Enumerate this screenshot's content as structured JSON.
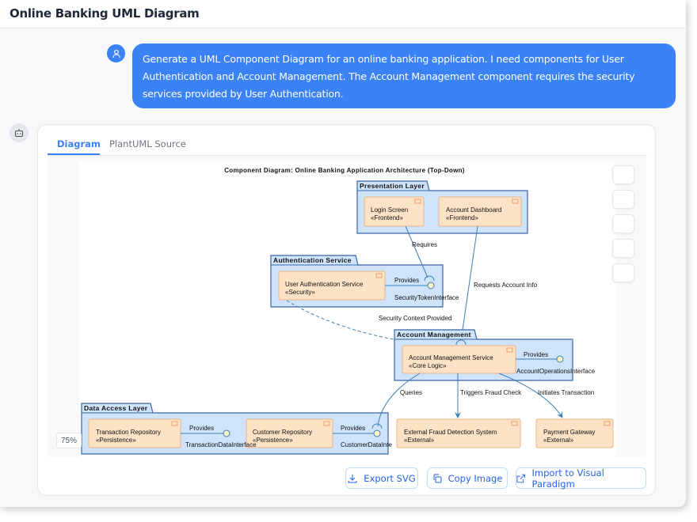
{
  "header": {
    "title": "Online Banking UML Diagram"
  },
  "chat": {
    "user_message": "Generate a UML Component Diagram for an online banking application. I need components for User Authentication and Account Management. The Account Management component requires the security services provided by User Authentication.",
    "user_icon": "user-icon",
    "bot_icon": "robot-icon"
  },
  "card": {
    "tabs": [
      {
        "label": "Diagram",
        "active": true
      },
      {
        "label": "PlantUML Source",
        "active": false
      }
    ],
    "zoom_level": "75%",
    "toolbar": [
      "zoom-in-icon",
      "zoom-out-icon",
      "reset-icon",
      "fit-icon",
      "fullscreen-icon"
    ],
    "buttons": {
      "export_svg": "Export SVG",
      "copy_image": "Copy Image",
      "import_vp": "Import to Visual Paradigm"
    },
    "accent": "#3b82f6"
  },
  "diagram": {
    "title": "Component Diagram: Online Banking Application Architecture (Top-Down)",
    "packages": {
      "presentation": "Presentation Layer",
      "auth": "Authentication Service",
      "account": "Account Management",
      "data": "Data Access Layer"
    },
    "components": {
      "login": {
        "name": "Login Screen",
        "stereo": "«Frontend»"
      },
      "dashboard": {
        "name": "Account Dashboard",
        "stereo": "«Frontend»"
      },
      "userauth": {
        "name": "User Authentication Service",
        "stereo": "«Security»"
      },
      "accountsvc": {
        "name": "Account Management Service",
        "stereo": "«Core Logic»"
      },
      "txrepo": {
        "name": "Transaction Repository",
        "stereo": "«Persistence»"
      },
      "custrepo": {
        "name": "Customer Repository",
        "stereo": "«Persistence»"
      },
      "fraud": {
        "name": "External Fraud Detection System",
        "stereo": "«External»"
      },
      "payment": {
        "name": "Payment Gateway",
        "stereo": "«External»"
      }
    },
    "interfaces": {
      "security": "SecurityTokenInterface",
      "accountops": "AccountOperationsInterface",
      "txdata": "TransactionDataInterface",
      "custdata": "CustomerDataInte"
    },
    "labels": {
      "requires": "Requires",
      "provides": "Provides",
      "requests": "Requests Account Info",
      "security_ctx": "Security Context Provided",
      "queries": "Queries",
      "fraud_check": "Triggers Fraud Check",
      "initiates": "Initiates Transaction"
    }
  }
}
